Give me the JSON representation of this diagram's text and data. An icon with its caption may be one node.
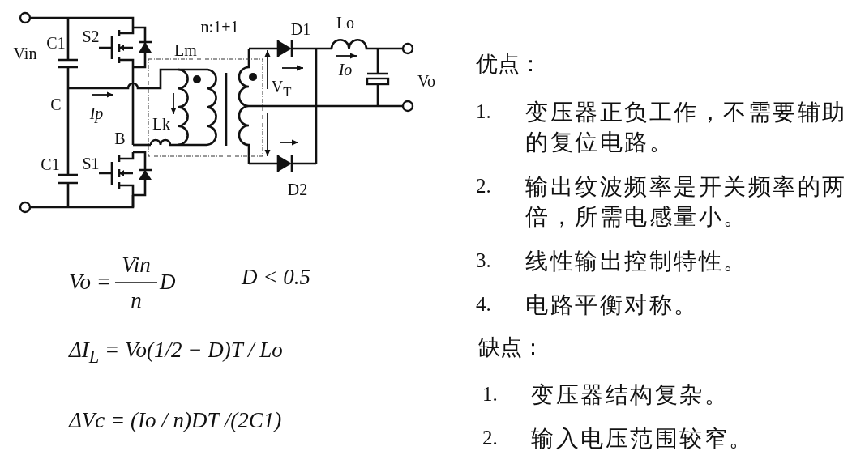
{
  "diagram": {
    "labels": [
      "Vin",
      "C1",
      "S2",
      "n:1+1",
      "D1",
      "Lo",
      "Lm",
      "Io",
      "V$_{T}$",
      "Vo",
      "C",
      "Ip",
      "Lk",
      "B",
      "C1",
      "S1",
      "D2",
      "Vo =",
      "Vin",
      "n",
      "D",
      "D < 0.5",
      "ΔI$_{L}$ = Vo(1/2 − D)T / Lo",
      "ΔVc = (Io / n)DT /(2C1)",
      "优点：",
      "1.",
      "变压器正负工作，不需要辅助的复位电路。",
      "2.",
      "输出纹波频率是开关频率的两倍，所需电感量小。",
      "3.",
      "线性输出控制特性。",
      "4.",
      "电路平衡对称。",
      "缺点：",
      "1.",
      "变压器结构复杂。",
      "2.",
      "输入电压范围较窄。"
    ]
  }
}
